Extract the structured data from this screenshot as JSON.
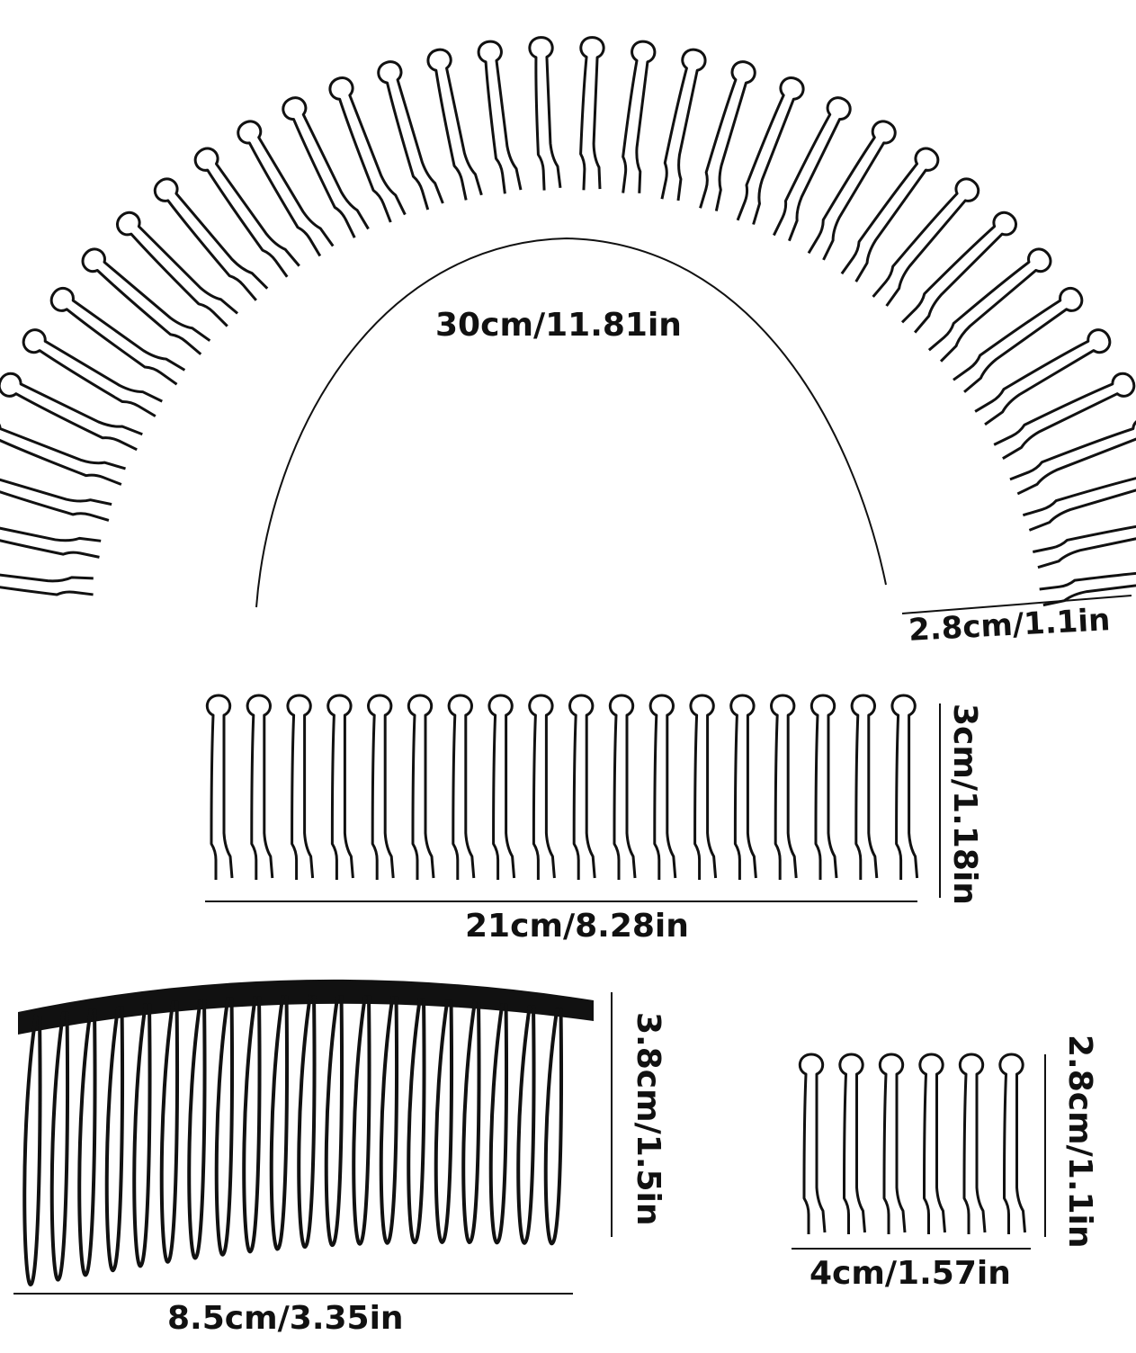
{
  "colors": {
    "ink": "#111111",
    "background": "#ffffff"
  },
  "labels": {
    "arc_length": "30cm/11.81in",
    "arc_tooth_height": "2.8cm/1.1in",
    "strip_height": "3cm/1.18in",
    "strip_width": "21cm/8.28in",
    "comb_height": "3.8cm/1.5in",
    "comb_width": "8.5cm/3.35in",
    "small_height": "2.8cm/1.1in",
    "small_width": "4cm/1.57in"
  },
  "products": [
    {
      "name": "arched-stretch-comb",
      "teeth": 36
    },
    {
      "name": "straight-stretch-comb-strip",
      "teeth": 18
    },
    {
      "name": "metal-side-comb",
      "teeth": 20
    },
    {
      "name": "mini-stretch-comb",
      "teeth": 6
    }
  ]
}
